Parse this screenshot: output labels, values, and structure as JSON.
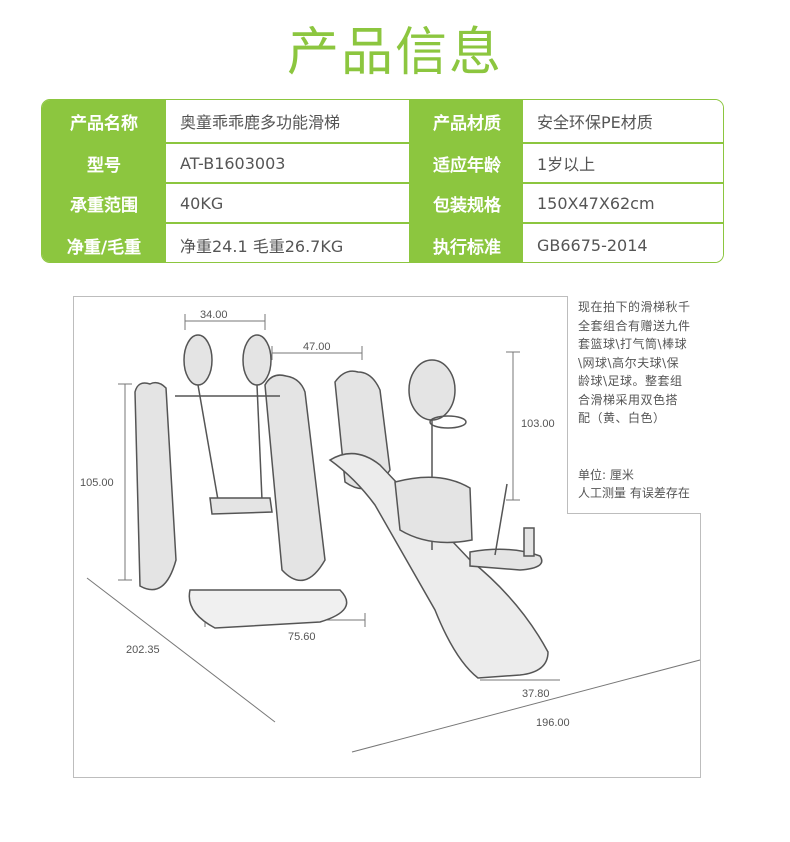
{
  "title": "产品信息",
  "specs": {
    "rows": [
      {
        "label1": "产品名称",
        "value1": "奥童乖乖鹿多功能滑梯",
        "label2": "产品材质",
        "value2": "安全环保PE材质"
      },
      {
        "label1": "型号",
        "value1": "AT-B1603003",
        "label2": "适应年龄",
        "value2": "1岁以上"
      },
      {
        "label1": "承重范围",
        "value1": "40KG",
        "label2": "包装规格",
        "value2": "150X47X62cm"
      },
      {
        "label1": "净重/毛重",
        "value1": "净重24.1  毛重26.7KG",
        "label2": "执行标准",
        "value2": "GB6675-2014"
      }
    ]
  },
  "diagram": {
    "note": "现在拍下的滑梯秋千\n全套组合有赠送九件\n套篮球\\打气筒\\棒球\n\\网球\\高尔夫球\\保\n龄球\\足球。整套组\n合滑梯采用双色搭\n配（黄、白色）",
    "unit": "单位:  厘米",
    "measure_note": "人工测量 有误差存在",
    "dimensions": {
      "swing_gap": "34.00",
      "seat_width": "47.00",
      "rear_height": "103.00",
      "height": "105.00",
      "base_width": "75.60",
      "total_depth": "202.35",
      "slide_width": "37.80",
      "total_length": "196.00"
    }
  }
}
